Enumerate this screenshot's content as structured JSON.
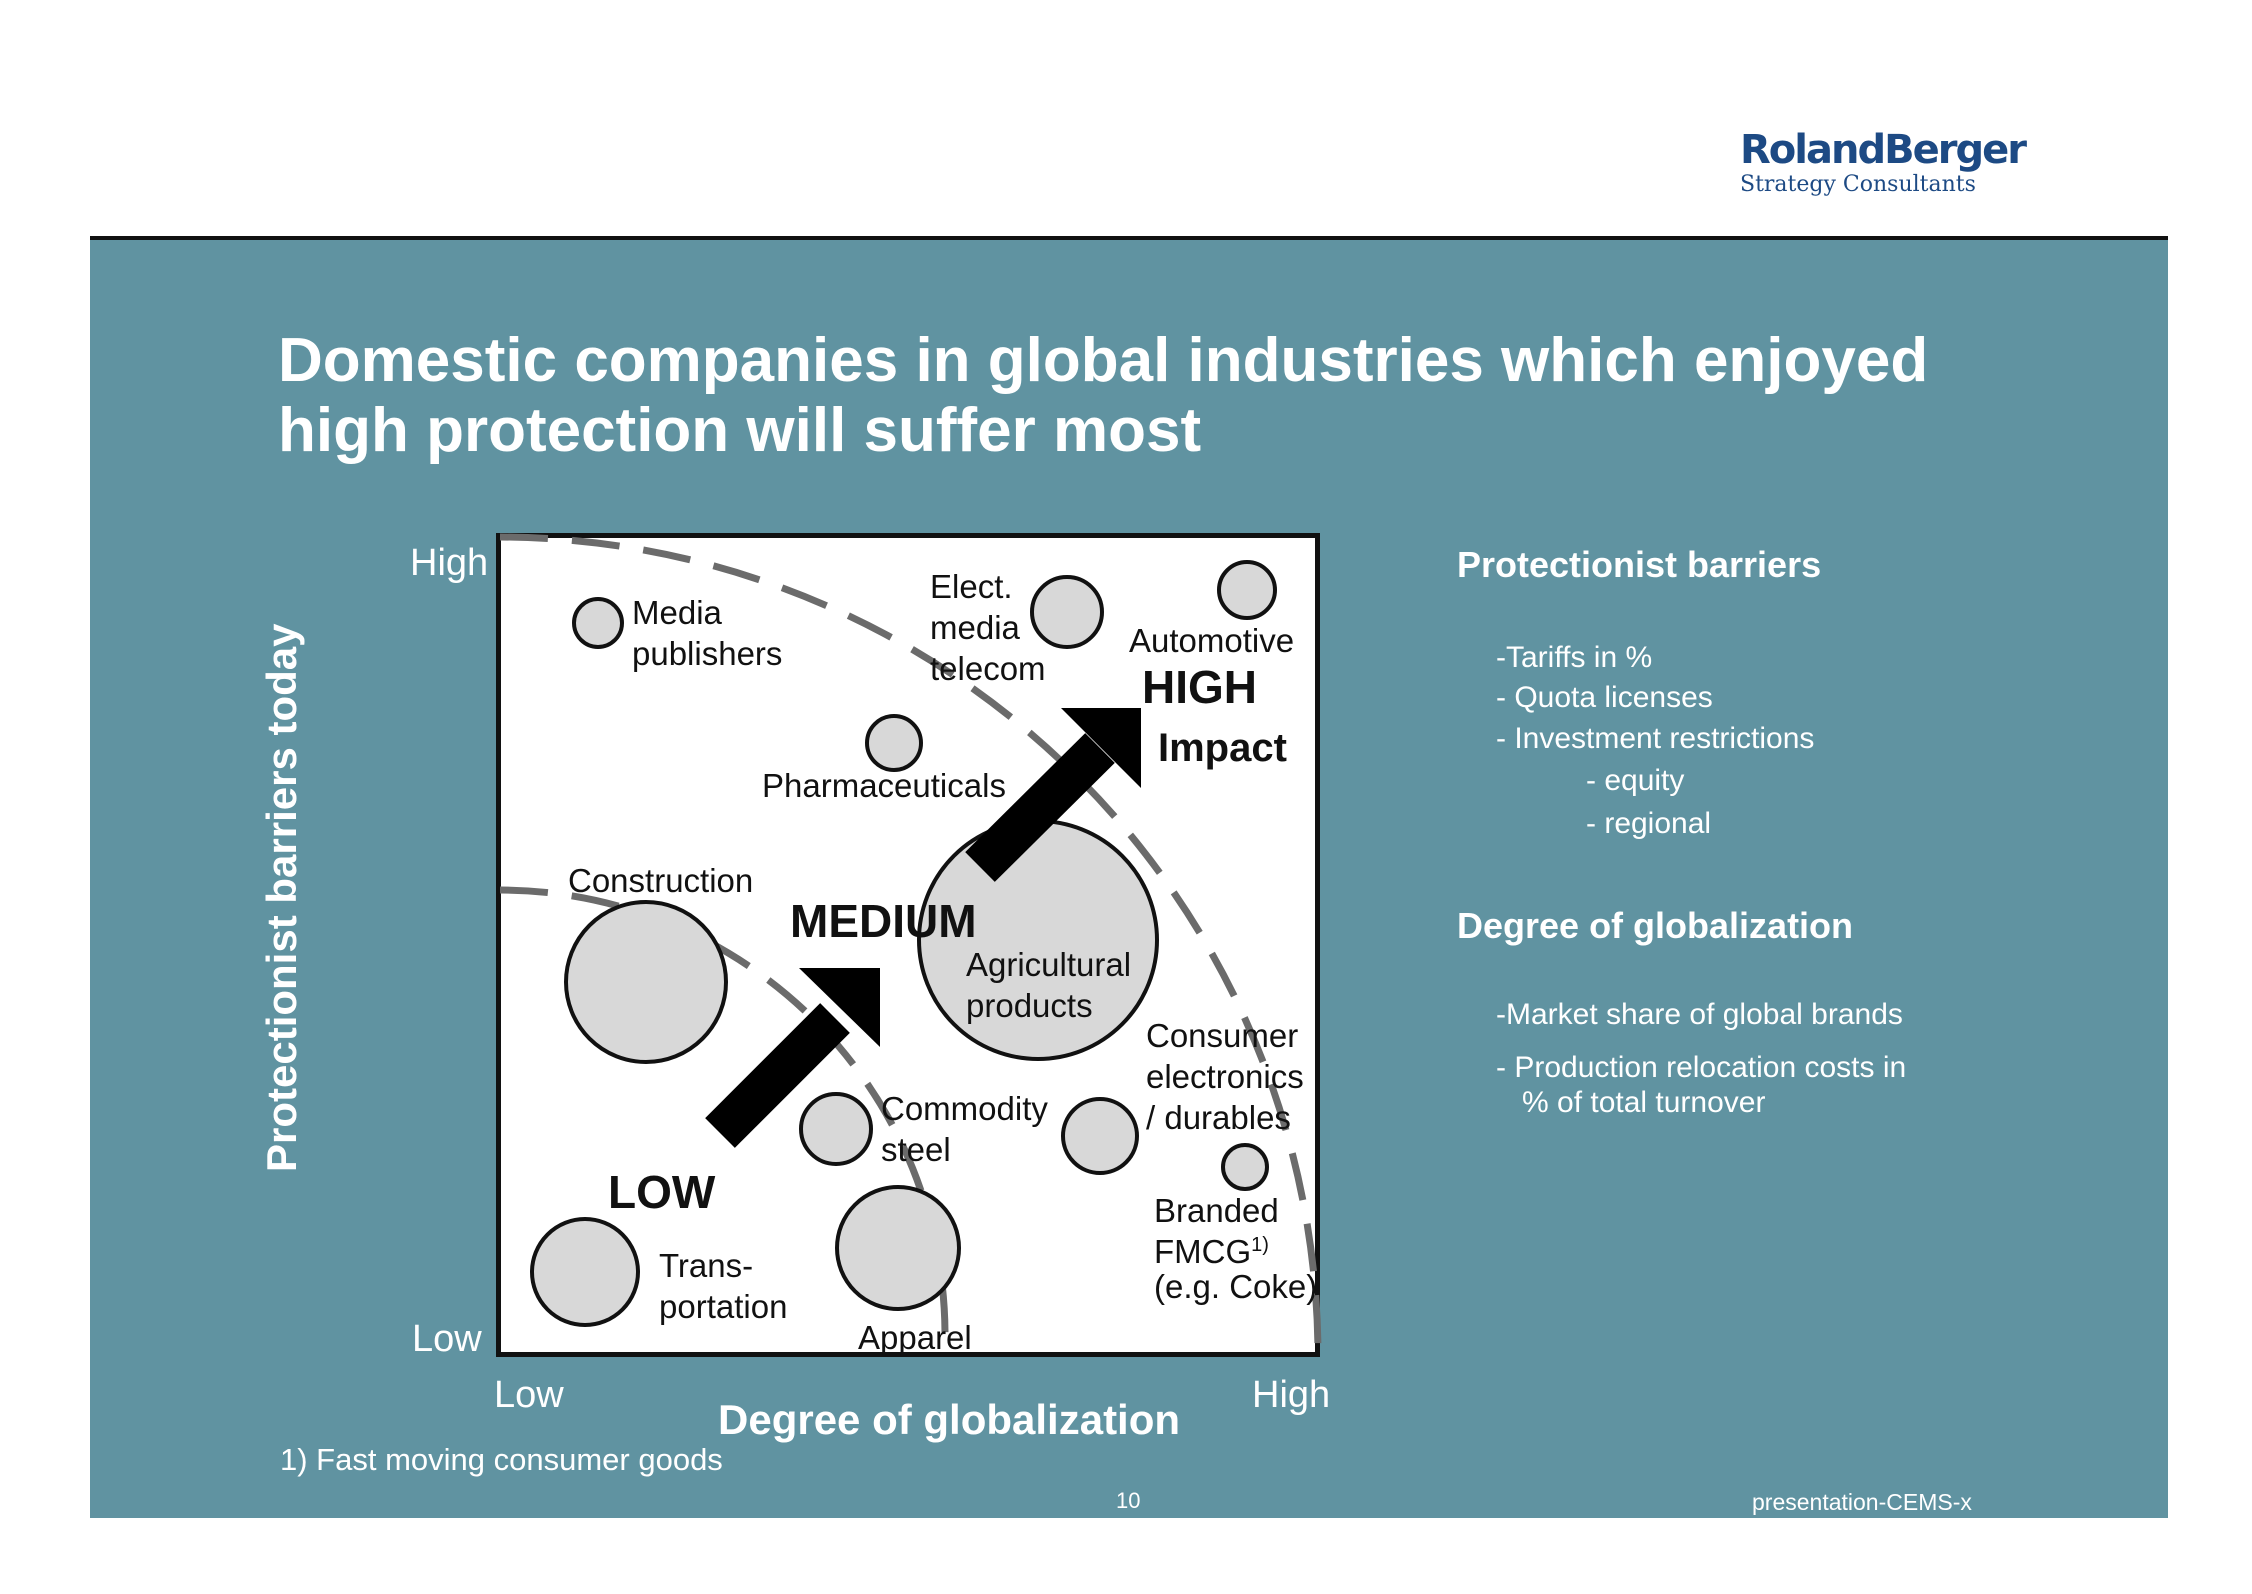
{
  "header": {
    "logo_name": "RolandBerger",
    "logo_sub": "Strategy Consultants"
  },
  "title_line1": "Domestic companies in global industries which enjoyed",
  "title_line2": "high protection will suffer most",
  "diagram": {
    "y_axis_title": "Protectionist barriers today",
    "x_axis_title": "Degree of globalization",
    "y_high": "High",
    "y_low": "Low",
    "x_low": "Low",
    "x_high": "High",
    "zones": {
      "low": "LOW",
      "medium": "MEDIUM",
      "high": "HIGH",
      "impact": "Impact"
    },
    "industries": {
      "media": [
        "Media",
        "publishers"
      ],
      "elect": [
        "Elect.",
        "media",
        "telecom"
      ],
      "automotive": "Automotive",
      "pharma": "Pharmaceuticals",
      "construction": "Construction",
      "agri": [
        "Agricultural",
        "products"
      ],
      "consumer": [
        "Consumer",
        "electronics",
        "/ durables"
      ],
      "commodity": [
        "Commodity",
        "steel"
      ],
      "transport": [
        "Trans-",
        "portation"
      ],
      "apparel": "Apparel",
      "fmcg": [
        "Branded",
        "FMCG",
        "1)",
        "(e.g. Coke)"
      ]
    }
  },
  "right_panel": {
    "barriers_heading": "Protectionist barriers",
    "barriers_items": [
      "-Tariffs in %",
      "- Quota licenses",
      "- Investment restrictions",
      "- equity",
      "- regional"
    ],
    "globalization_heading": "Degree of globalization",
    "globalization_items": [
      "-Market share of global brands",
      "- Production relocation costs in",
      "% of total turnover"
    ]
  },
  "footnote": "1) Fast moving consumer goods",
  "page_number": "10",
  "doc_id": "presentation-CEMS-x"
}
